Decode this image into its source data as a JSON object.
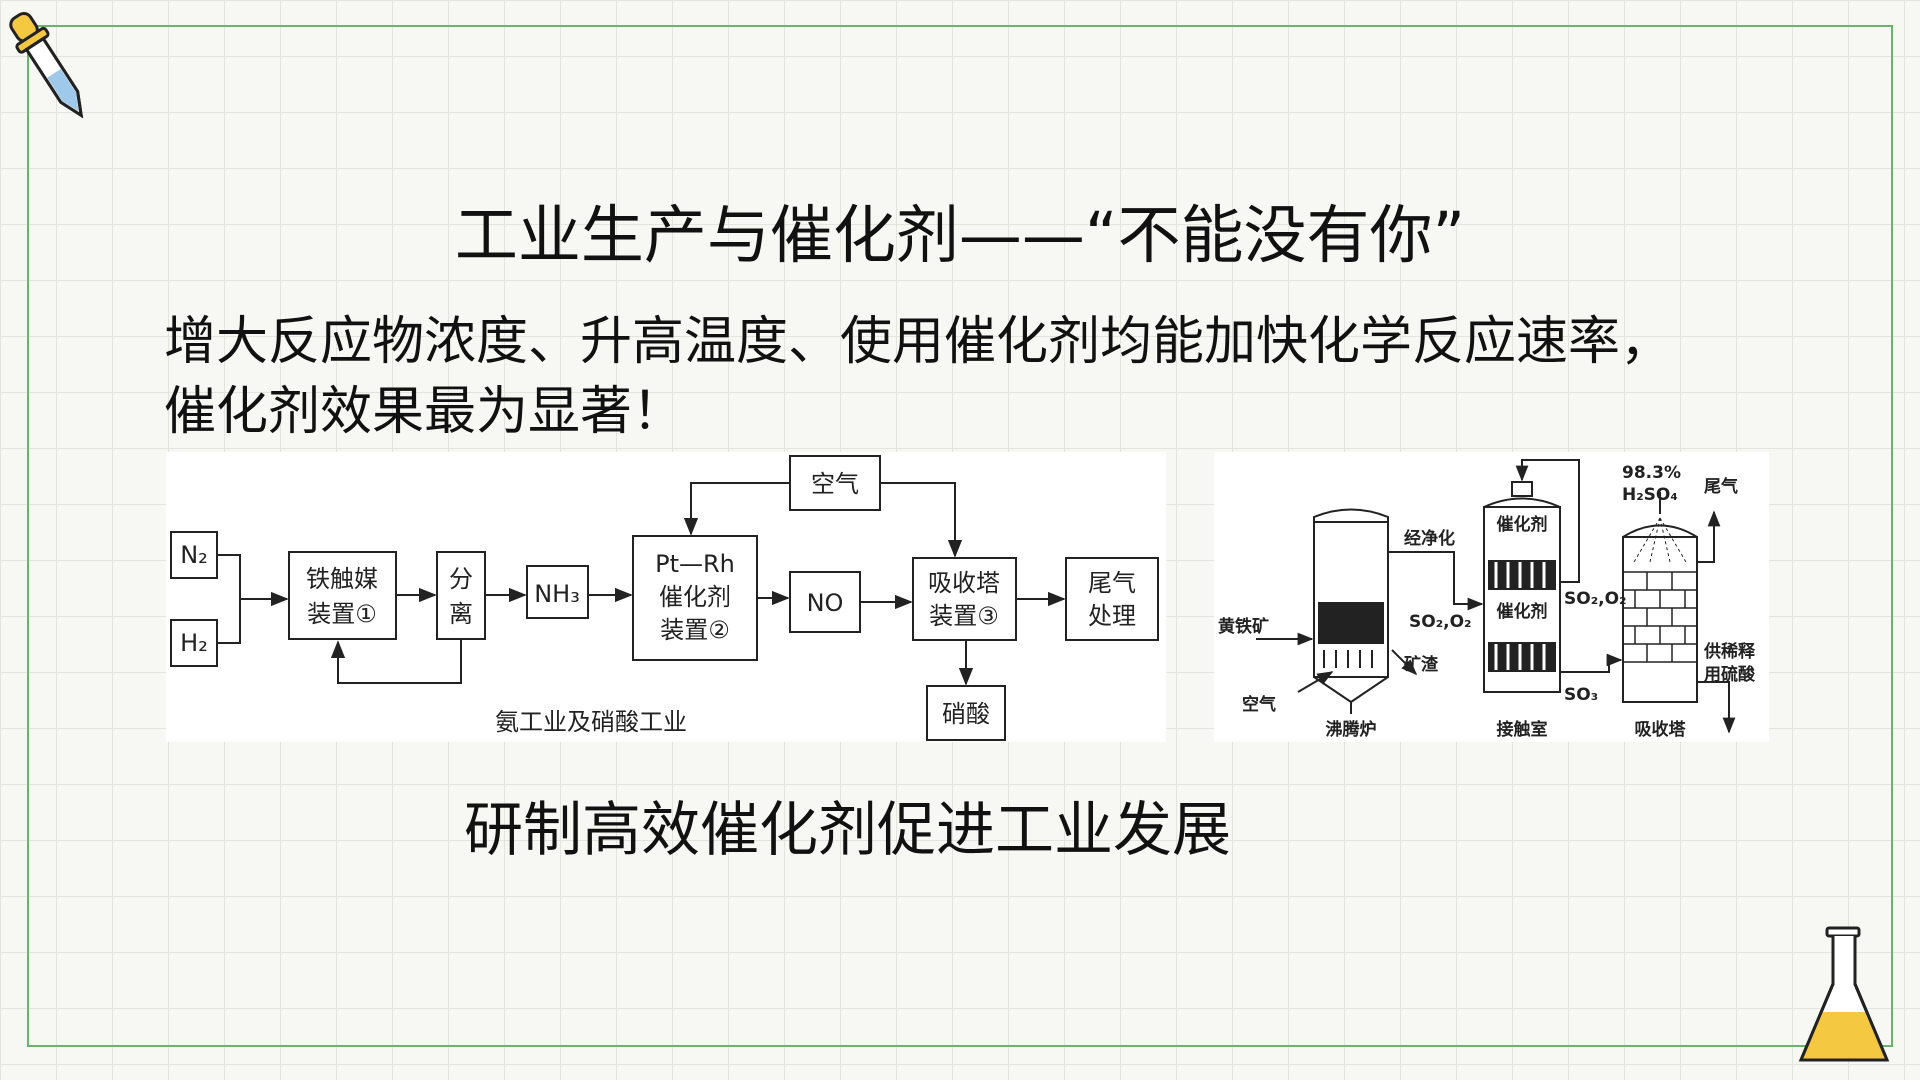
{
  "slide": {
    "title": "工业生产与催化剂——“不能没有你”",
    "body_line1": "增大反应物浓度、升高温度、使用催化剂均能加快化学反应速率，",
    "body_line2": "催化剂效果最为显著！",
    "bottom_text": "研制高效催化剂促进工业发展"
  },
  "diagram_left": {
    "caption": "氨工业及硝酸工业",
    "n2": "N₂",
    "h2": "H₂",
    "iron_catalyst_l1": "铁触媒",
    "iron_catalyst_l2": "装置①",
    "separate_l1": "分",
    "separate_l2": "离",
    "nh3": "NH₃",
    "ptrh_l1": "Pt—Rh",
    "ptrh_l2": "催化剂",
    "ptrh_l3": "装置②",
    "air": "空气",
    "no": "NO",
    "absorb_l1": "吸收塔",
    "absorb_l2": "装置③",
    "tail_l1": "尾气",
    "tail_l2": "处理",
    "nitric_acid": "硝酸"
  },
  "diagram_right": {
    "purified": "经净化",
    "catalyst1": "催化剂",
    "catalyst2": "催化剂",
    "concentration": "98.3%",
    "h2so4": "H₂SO₄",
    "tail_gas": "尾气",
    "pyrite": "黄铁矿",
    "so2o2_1": "SO₂,O₂",
    "so2o2_2": "SO₂,O₂",
    "slag": "矿渣",
    "air": "空气",
    "so3": "SO₃",
    "dilute_l1": "供稀释",
    "dilute_l2": "用硫酸",
    "furnace": "沸腾炉",
    "contact_room": "接触室",
    "absorb_tower": "吸收塔"
  },
  "colors": {
    "frame": "#69b46a",
    "grid": "#e2e5dd",
    "flask_liquid": "#f5c842",
    "dropper_liquid": "#9ec9ea"
  },
  "icons": [
    "dropper-icon",
    "flask-icon"
  ]
}
